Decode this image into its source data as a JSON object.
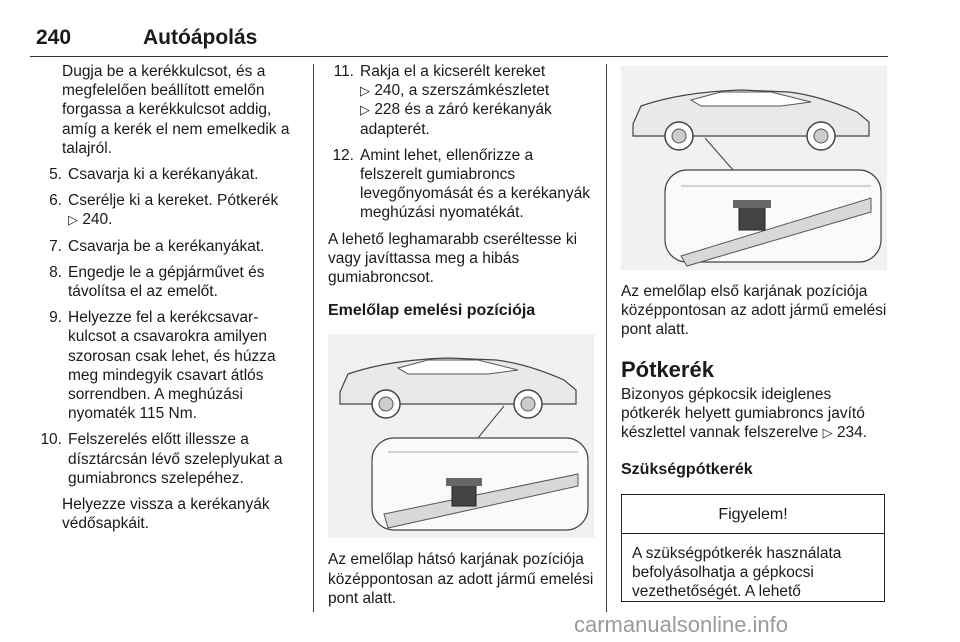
{
  "header": {
    "page_number": "240",
    "chapter_title": "Autóápolás"
  },
  "col1": {
    "intro_text": "Dugja be a kerékkulcsot, és a megfelelően beállított emelőn forgassa a kerékkulcsot addig, amíg a kerék el nem emelkedik a talajról.",
    "steps": [
      {
        "num": "5.",
        "text": "Csavarja ki a kerékanyákat."
      },
      {
        "num": "6.",
        "text": "Cserélje ki a kereket. Pótkerék",
        "ref": "240."
      },
      {
        "num": "7.",
        "text": "Csavarja be a kerékanyákat."
      },
      {
        "num": "8.",
        "text": "Engedje le a gépjárművet és távolítsa el az emelőt."
      },
      {
        "num": "9.",
        "text": "Helyezze fel a kerékcsavar-kulcsot a csavarokra amilyen szorosan csak lehet, és húzza meg mindegyik csavart átlós sorrendben. A meghúzási nyomaték 115 Nm."
      },
      {
        "num": "10.",
        "text": "Felszerelés előtt illessze a dísztárcsán lévő szeleplyukat a gumiabroncs szelepéhez."
      }
    ],
    "step10_extra": "Helyezze vissza a kerékanyák védősapkáit."
  },
  "col2": {
    "step11_num": "11.",
    "step11_text": "Rakja el a kicserélt kereket",
    "step11_ref1": "240, a szerszámkészletet",
    "step11_ref2": "228 és a záró kerékanyák adapterét.",
    "step12_num": "12.",
    "step12_text": "Amint lehet, ellenőrizze a felszerelt gumiabroncs levegőnyomását és a kerékanyák meghúzási nyomatékát.",
    "para": "A lehető leghamarabb cseréltesse ki vagy javíttassa meg a hibás gumiabroncsot.",
    "subhead": "Emelőlap emelési pozíciója",
    "caption": "Az emelőlap hátsó karjának pozíciója középpontosan az adott jármű emelési pont alatt."
  },
  "col3": {
    "caption": "Az emelőlap első karjának pozíciója középpontosan az adott jármű emelési pont alatt.",
    "heading": "Pótkerék",
    "para_text": "Bizonyos gépkocsik ideiglenes pótkerék helyett gumiabroncs javító készlettel vannak felszerelve",
    "para_ref": "234.",
    "subhead": "Szükségpótkerék",
    "notice_title": "Figyelem!",
    "notice_text": "A szükségpótkerék használata befolyásolhatja a gépkocsi vezethetőségét. A lehető"
  },
  "icons": {
    "ref_arrow": "triangle-right-icon"
  },
  "glyphs": {
    "ref_arrow": "▷"
  },
  "watermark": "carmanualsonline.info"
}
